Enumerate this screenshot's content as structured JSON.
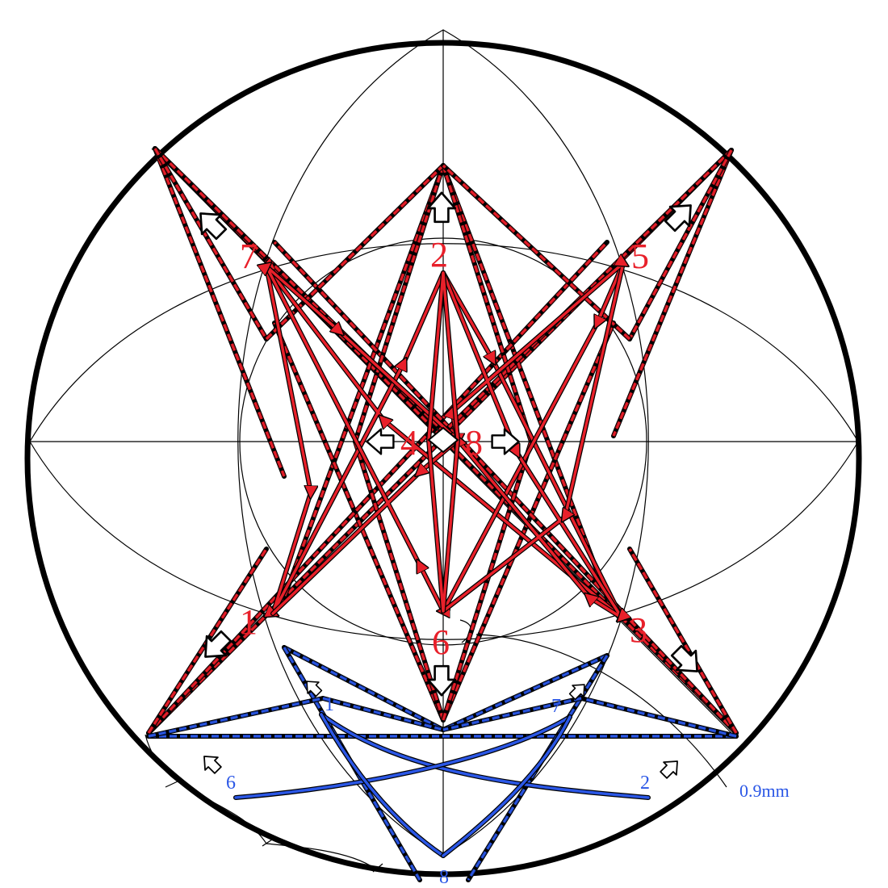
{
  "diagram": {
    "red_labels": [
      "2",
      "5",
      "3",
      "6",
      "1",
      "7",
      "4",
      "8"
    ],
    "blue_labels": [
      "1",
      "7",
      "6",
      "2",
      "8"
    ],
    "dimension_label": "0.9mm",
    "colors": {
      "red_fill": "#e8202a",
      "red_dash": "#b0121c",
      "blue": "#2b57e6",
      "blue_dash": "#1a3a9e",
      "guide": "#000000"
    }
  }
}
